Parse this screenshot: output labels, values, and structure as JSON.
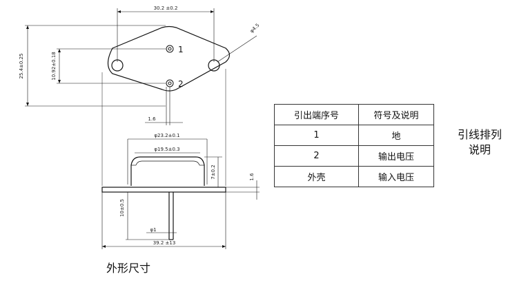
{
  "drawing": {
    "dim_top_width": "30.2 ±0.2",
    "dim_hole_dia": "φ4.5",
    "dim_height": "25.4±0.25",
    "dim_pin_spacing": "10.92±0.18",
    "dim_pin_offset": "1.6",
    "pin1_label": "1",
    "pin2_label": "2",
    "dim_outer_dia": "φ23.2±0.1",
    "dim_inner_dia": "φ19.5±0.3",
    "dim_body_height": "7±0.2",
    "dim_flange_thickness": "1.6",
    "dim_pin_length": "10±0.5",
    "dim_pin_dia": "φ1",
    "dim_total_length": "39.2 ±13"
  },
  "table": {
    "headers": [
      "引出端序号",
      "符号及说明"
    ],
    "rows": [
      [
        "1",
        "地"
      ],
      [
        "2",
        "输出电压"
      ],
      [
        "外壳",
        "输入电压"
      ]
    ]
  },
  "side_note": [
    "引线排列",
    "说明"
  ],
  "caption": "外形尺寸"
}
